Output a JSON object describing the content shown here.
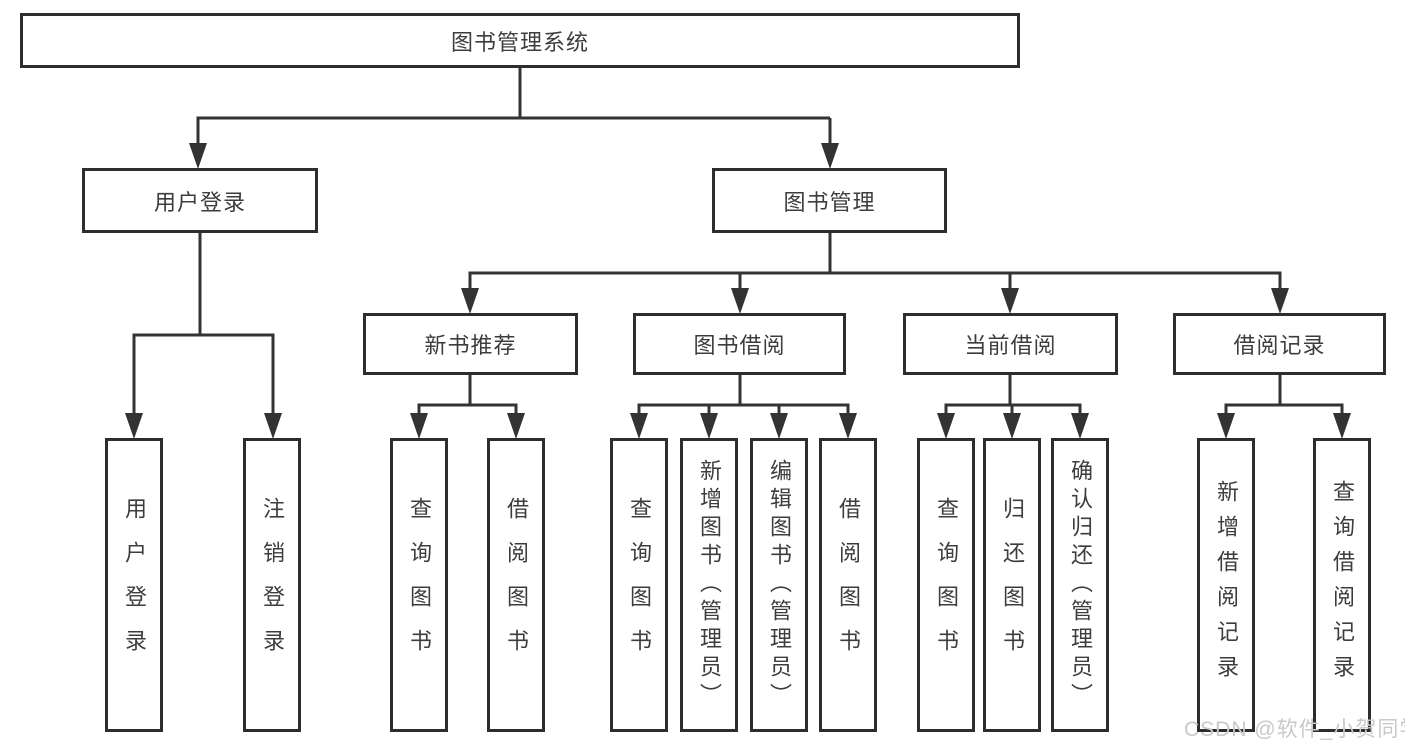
{
  "diagram": {
    "root": "图书管理系统",
    "branches": [
      {
        "label": "用户登录",
        "children": [
          {
            "label": "用户登录"
          },
          {
            "label": "注销登录"
          }
        ]
      },
      {
        "label": "图书管理",
        "children": [
          {
            "label": "新书推荐",
            "children": [
              {
                "label": "查询图书"
              },
              {
                "label": "借阅图书"
              }
            ]
          },
          {
            "label": "图书借阅",
            "children": [
              {
                "label": "查询图书"
              },
              {
                "label": "新增图书（管理员）"
              },
              {
                "label": "编辑图书（管理员）"
              },
              {
                "label": "借阅图书"
              }
            ]
          },
          {
            "label": "当前借阅",
            "children": [
              {
                "label": "查询图书"
              },
              {
                "label": "归还图书"
              },
              {
                "label": "确认归还（管理员）"
              }
            ]
          },
          {
            "label": "借阅记录",
            "children": [
              {
                "label": "新增借阅记录"
              },
              {
                "label": "查询借阅记录"
              }
            ]
          }
        ]
      }
    ]
  },
  "watermark": "CSDN @软件_小贺同学",
  "colors": {
    "line": "#333333",
    "box_border": "#2d2d2d",
    "text": "#3d3d3d",
    "watermark": "#c9c9c9",
    "background": "#ffffff"
  }
}
